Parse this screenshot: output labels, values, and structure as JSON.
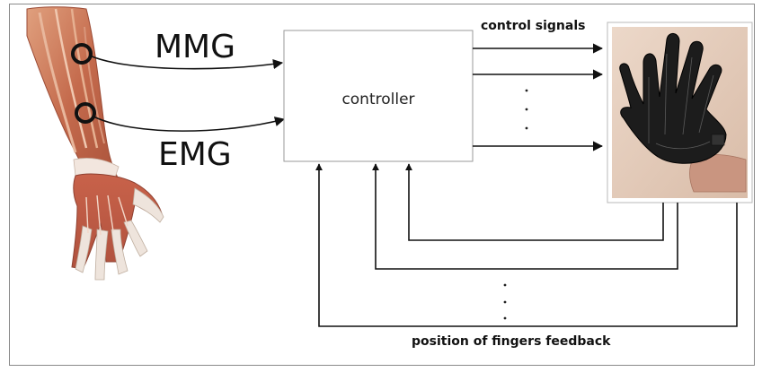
{
  "diagram": {
    "inputs": {
      "mmg_label": "MMG",
      "emg_label": "EMG"
    },
    "controller_label": "controller",
    "output_label": "control signals",
    "feedback_label": "position of fingers feedback",
    "images": {
      "arm": "forearm-muscle-anatomy-illustration",
      "glove": "black-sensor-glove-photo"
    }
  }
}
